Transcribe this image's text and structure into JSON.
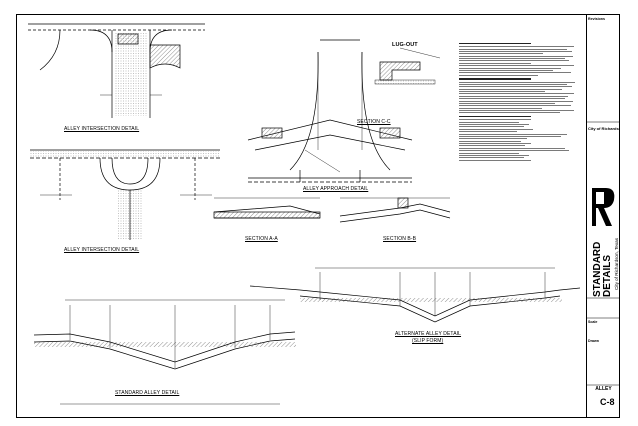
{
  "sheet": {
    "title_line1": "STANDARD",
    "title_line2": "DETAILS",
    "city_vertical": "City of Richardson, Texas",
    "city_header": "City of Richardson",
    "topic": "ALLEY",
    "number": "C-8"
  },
  "titles": {
    "alley_intersection_1": "ALLEY INTERSECTION DETAIL",
    "alley_intersection_2": "ALLEY INTERSECTION DETAIL",
    "section_c": "SECTION C-C",
    "alley_approach": "ALLEY APPROACH DETAIL",
    "section_a": "SECTION A-A",
    "section_b": "SECTION B-B",
    "alternate_line1": "ALTERNATE ALLEY DETAIL",
    "alternate_line2": "(SLIP FORM)",
    "standard_alley": "STANDARD ALLEY DETAIL",
    "lug_out": "LUG-OUT"
  },
  "titleblock": {
    "revisions": "Revisions",
    "scale": "Scale",
    "drawn": "Drawn"
  },
  "colors": {
    "ink": "#000000",
    "hatch": "#444444",
    "light": "#7a7a7a"
  }
}
